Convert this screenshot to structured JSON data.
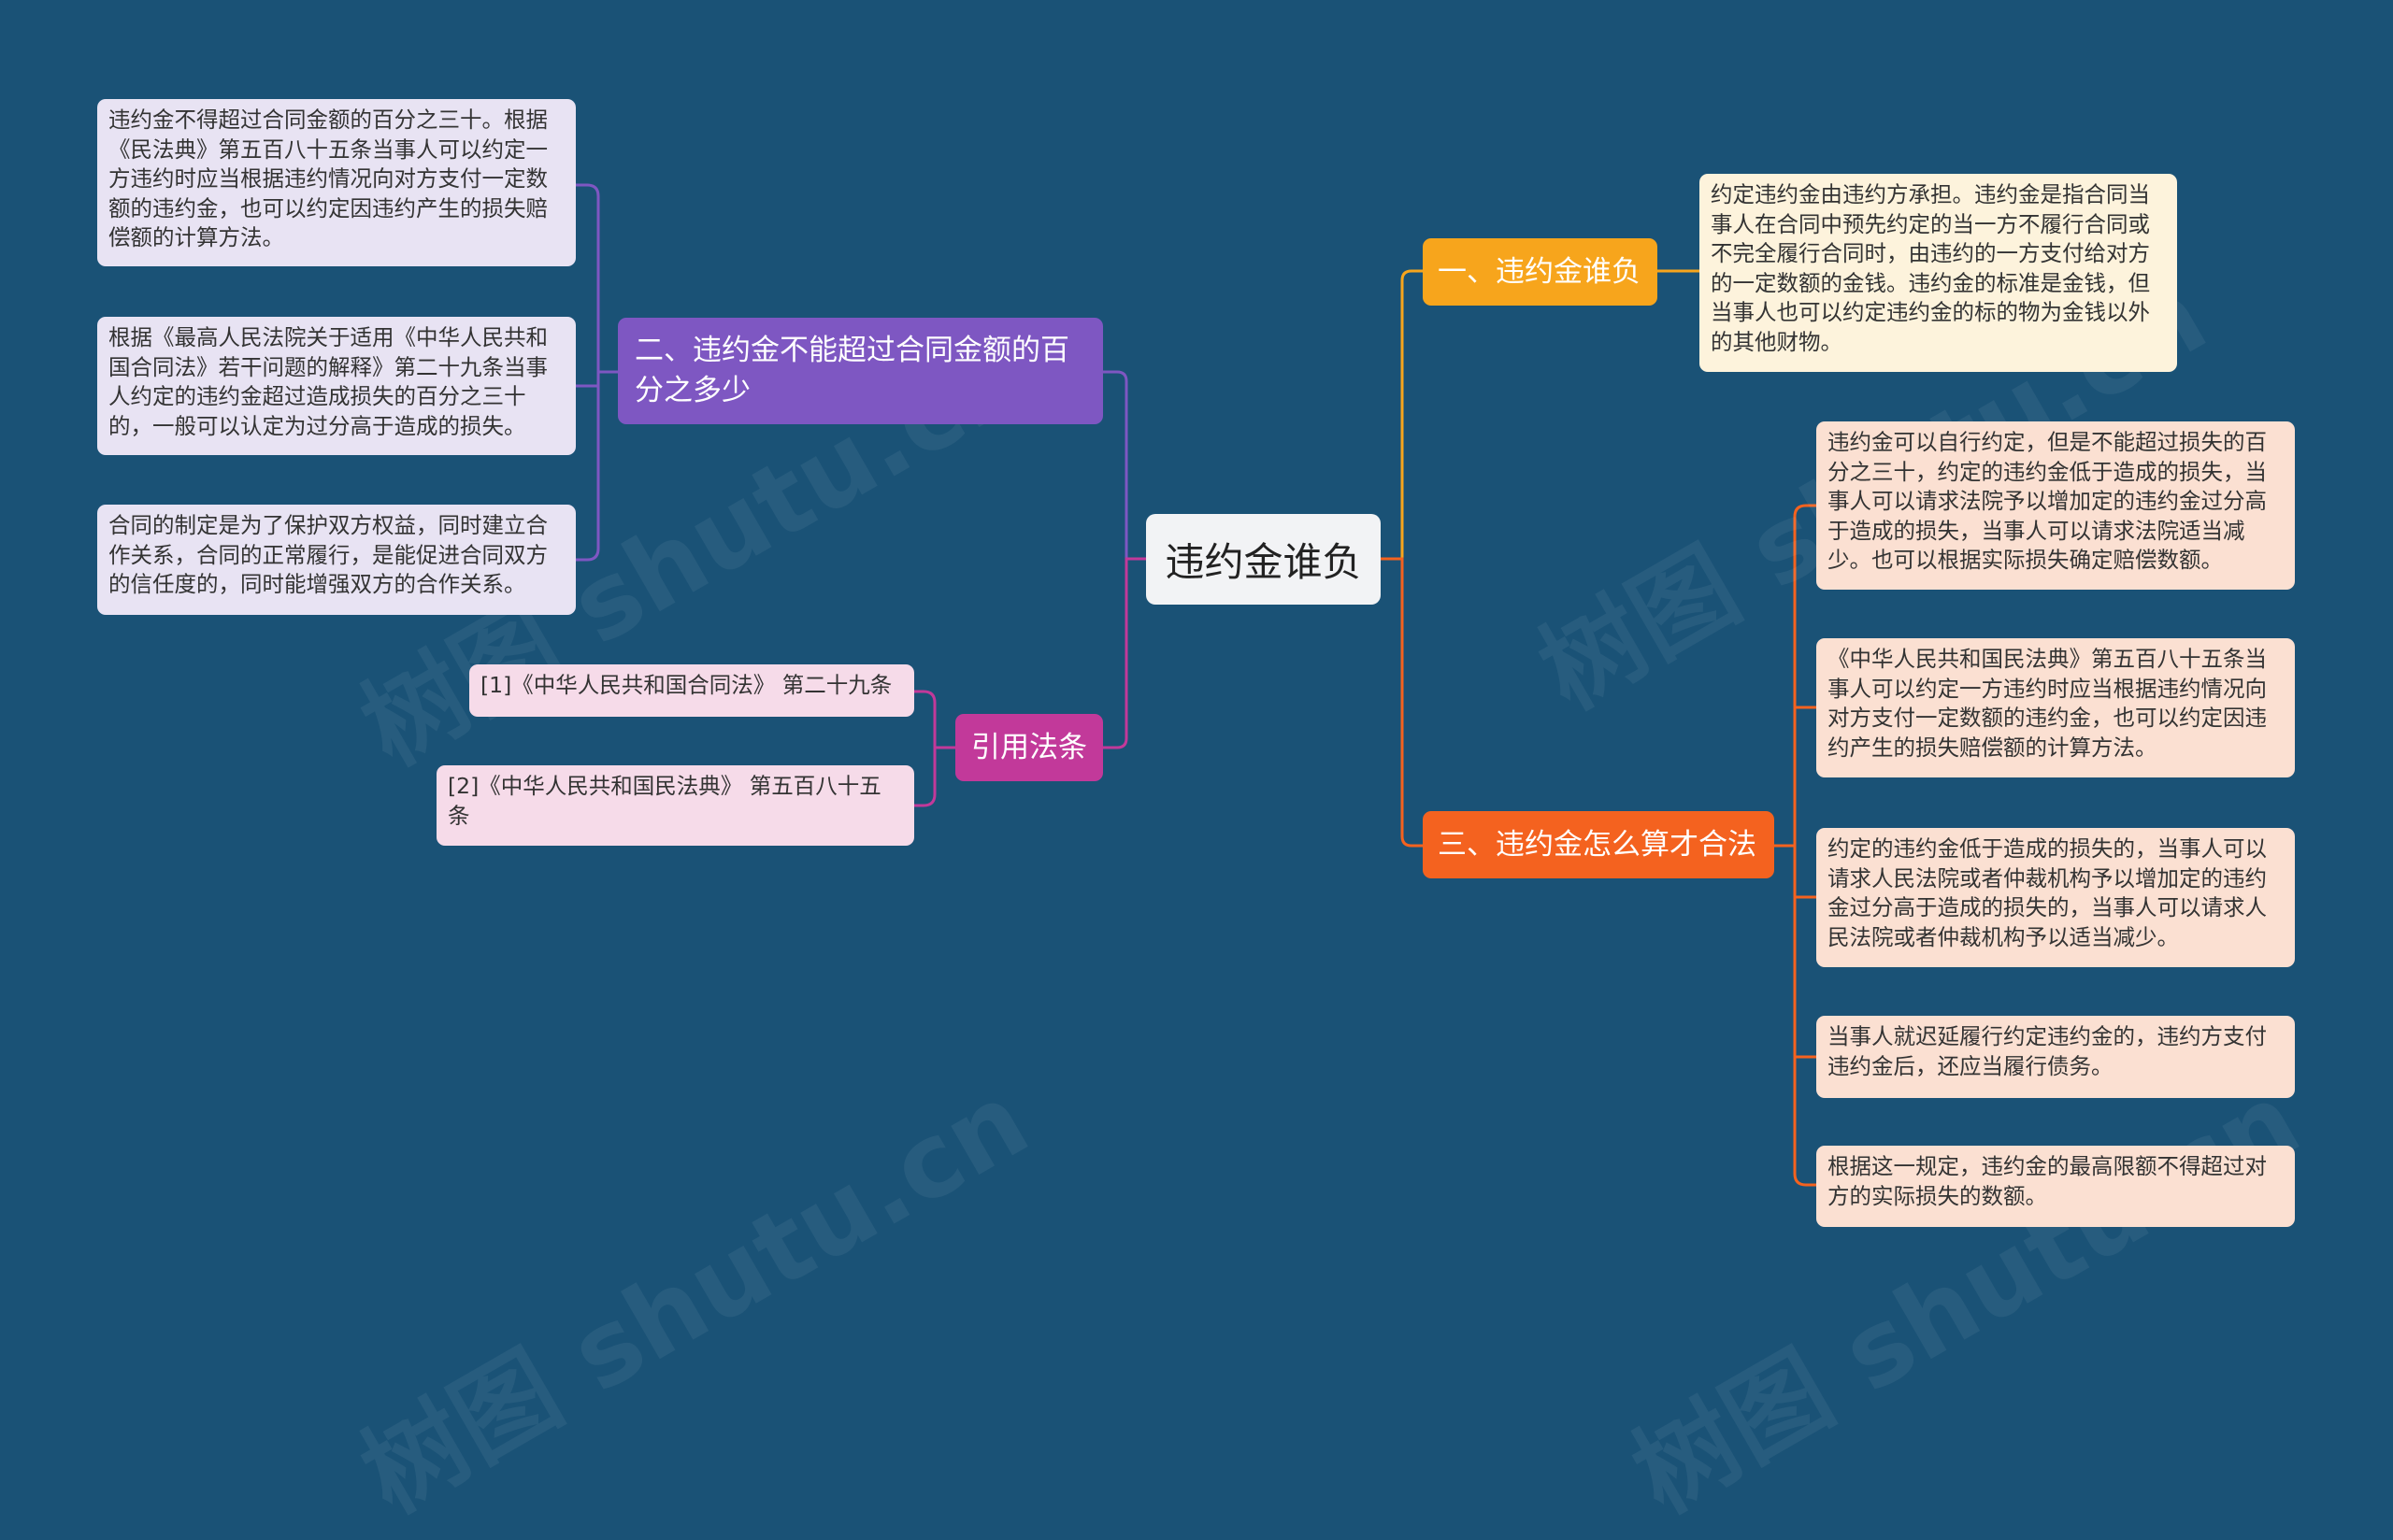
{
  "root": {
    "label": "违约金谁负"
  },
  "branches": {
    "who": {
      "label": "一、违约金谁负",
      "color": "#f7a51c",
      "leaves": [
        "约定违约金由违约方承担。违约金是指合同当事人在合同中预先约定的当一方不履行合同或不完全履行合同时，由违约的一方支付给对方的一定数额的金钱。违约金的标准是金钱，但当事人也可以约定违约金的标的物为金钱以外的其他财物。"
      ]
    },
    "limit": {
      "label": "二、违约金不能超过合同金额的百分之多少",
      "color": "#7e57c2",
      "leaves": [
        "违约金不得超过合同金额的百分之三十。根据《民法典》第五百八十五条当事人可以约定一方违约时应当根据违约情况向对方支付一定数额的违约金，也可以约定因违约产生的损失赔偿额的计算方法。",
        "根据《最高人民法院关于适用《中华人民共和国合同法》若干问题的解释》第二十九条当事人约定的违约金超过造成损失的百分之三十的，一般可以认定为过分高于造成的损失。",
        "合同的制定是为了保护双方权益，同时建立合作关系，合同的正常履行，是能促进合同双方的信任度的，同时能增强双方的合作关系。"
      ]
    },
    "calc": {
      "label": "三、违约金怎么算才合法",
      "color": "#f4621f",
      "leaves": [
        "违约金可以自行约定，但是不能超过损失的百分之三十，约定的违约金低于造成的损失，当事人可以请求法院予以增加定的违约金过分高于造成的损失，当事人可以请求法院适当减少。也可以根据实际损失确定赔偿数额。",
        "《中华人民共和国民法典》第五百八十五条当事人可以约定一方违约时应当根据违约情况向对方支付一定数额的违约金，也可以约定因违约产生的损失赔偿额的计算方法。",
        "约定的违约金低于造成的损失的，当事人可以请求人民法院或者仲裁机构予以增加定的违约金过分高于造成的损失的，当事人可以请求人民法院或者仲裁机构予以适当减少。",
        "当事人就迟延履行约定违约金的，违约方支付违约金后，还应当履行债务。",
        "根据这一规定，违约金的最高限额不得超过对方的实际损失的数额。"
      ]
    },
    "cite": {
      "label": "引用法条",
      "color": "#c2399a",
      "leaves": [
        "[1]《中华人民共和国合同法》 第二十九条",
        "[2]《中华人民共和国民法典》 第五百八十五条"
      ]
    }
  },
  "watermarks": [
    "树图 shutu.cn",
    "树图 shutu.cn",
    "树图 shutu.cn",
    "树图 shutu.cn"
  ]
}
